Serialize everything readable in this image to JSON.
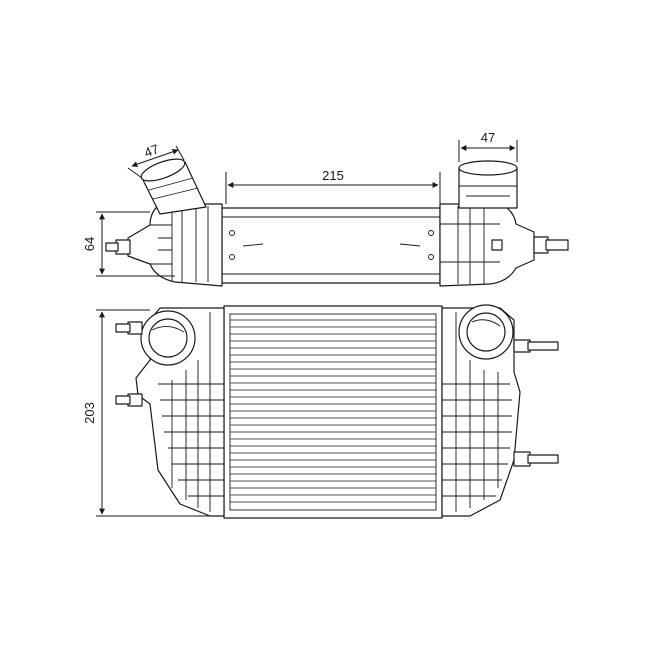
{
  "dimensions": {
    "inlet_angled_diameter": "47",
    "outlet_diameter": "47",
    "core_width": "215",
    "depth": "64",
    "height": "203"
  },
  "colors": {
    "line": "#1a1a1a",
    "background": "#ffffff"
  }
}
